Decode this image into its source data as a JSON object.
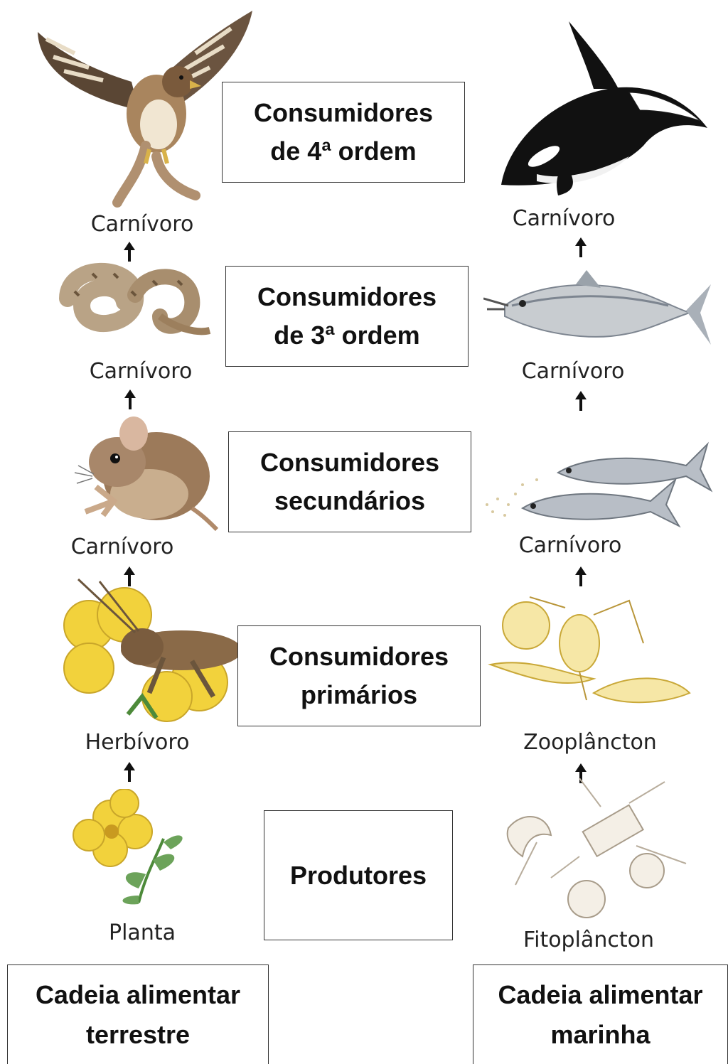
{
  "levels": {
    "quaternary": {
      "line1": "Consumidores",
      "line2": "de 4ª ordem"
    },
    "tertiary": {
      "line1": "Consumidores",
      "line2": "de 3ª ordem"
    },
    "secondary": {
      "line1": "Consumidores",
      "line2": "secundários"
    },
    "primary": {
      "line1": "Consumidores",
      "line2": "primários"
    },
    "producers": {
      "line1": "Produtores"
    }
  },
  "terrestrial": {
    "labels": [
      "Carnívoro",
      "Carnívoro",
      "Carnívoro",
      "Herbívoro",
      "Planta"
    ],
    "organisms": [
      "hawk",
      "rattlesnake",
      "mouse",
      "grasshopper",
      "yellow-flower-plant"
    ],
    "chain": {
      "line1": "Cadeia alimentar",
      "line2": "terrestre"
    }
  },
  "marine": {
    "labels": [
      "Carnívoro",
      "Carnívoro",
      "Carnívoro",
      "Zooplâncton",
      "Fitoplâncton"
    ],
    "organisms": [
      "orca",
      "tuna",
      "sardines",
      "zooplankton",
      "phytoplankton"
    ],
    "chain": {
      "line1": "Cadeia alimentar",
      "line2": "marinha"
    }
  },
  "colors": {
    "flower": "#f2d23c",
    "sand": "#c9a77a",
    "orca": "#111111"
  }
}
